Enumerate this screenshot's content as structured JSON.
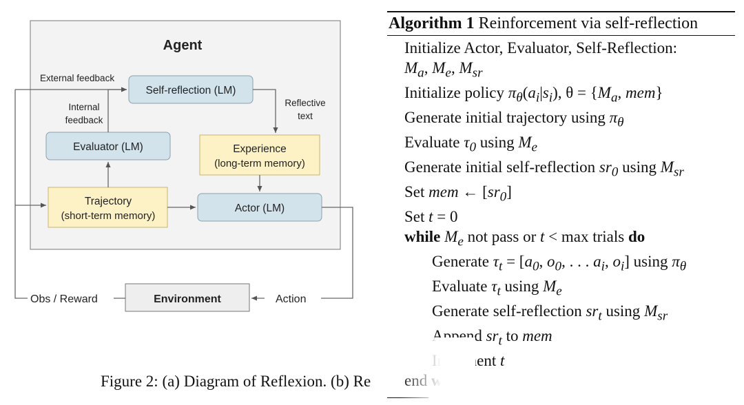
{
  "diagram": {
    "agent_title": "Agent",
    "labels": {
      "external_feedback": "External feedback",
      "internal_feedback": [
        "Internal",
        "feedback"
      ],
      "reflective_text": [
        "Reflective",
        "text"
      ],
      "obs_reward": "Obs / Reward",
      "action": "Action"
    },
    "boxes": {
      "self_reflection": "Self-reflection (LM)",
      "evaluator": "Evaluator (LM)",
      "experience": [
        "Experience",
        "(long-term memory)"
      ],
      "trajectory": [
        "Trajectory",
        "(short-term memory)"
      ],
      "actor": "Actor (LM)",
      "environment": "Environment"
    },
    "colors": {
      "lm_box": "#d2e3ec",
      "memory_box": "#fdf1c6",
      "agent_bg": "#f3f3f3",
      "env_box": "#eeeeee"
    }
  },
  "algorithm": {
    "title_bold": "Algorithm 1",
    "title_rest": "Reinforcement via self-reflection",
    "lines": [
      {
        "id": "l1",
        "text": "Initialize Actor, Evaluator, Self-Reflection:"
      },
      {
        "id": "l2",
        "text": "Ma, Me, Msr"
      },
      {
        "id": "l3",
        "text": "Initialize policy πθ(ai|si), θ = {Ma, mem}"
      },
      {
        "id": "l4",
        "text": "Generate initial trajectory using πθ"
      },
      {
        "id": "l5",
        "text": "Evaluate τ0 using Me"
      },
      {
        "id": "l6",
        "text": "Generate initial self-reflection sr0 using Msr"
      },
      {
        "id": "l7",
        "text": "Set mem ← [sr0]"
      },
      {
        "id": "l8",
        "text": "Set t = 0"
      },
      {
        "id": "l9",
        "text": "while Me not pass or t < max trials do"
      },
      {
        "id": "l10",
        "text": "Generate τt = [a0, o0, . . . ai, oi] using πθ"
      },
      {
        "id": "l11",
        "text": "Evaluate τt using Me"
      },
      {
        "id": "l12",
        "text": "Generate self-reflection srt using Msr"
      },
      {
        "id": "l13",
        "text": "Append srt to mem"
      },
      {
        "id": "l14",
        "text": "Increment t"
      },
      {
        "id": "l15",
        "text": "end while"
      }
    ]
  },
  "caption": "Figure 2: (a) Diagram of Reflexion. (b) Re"
}
